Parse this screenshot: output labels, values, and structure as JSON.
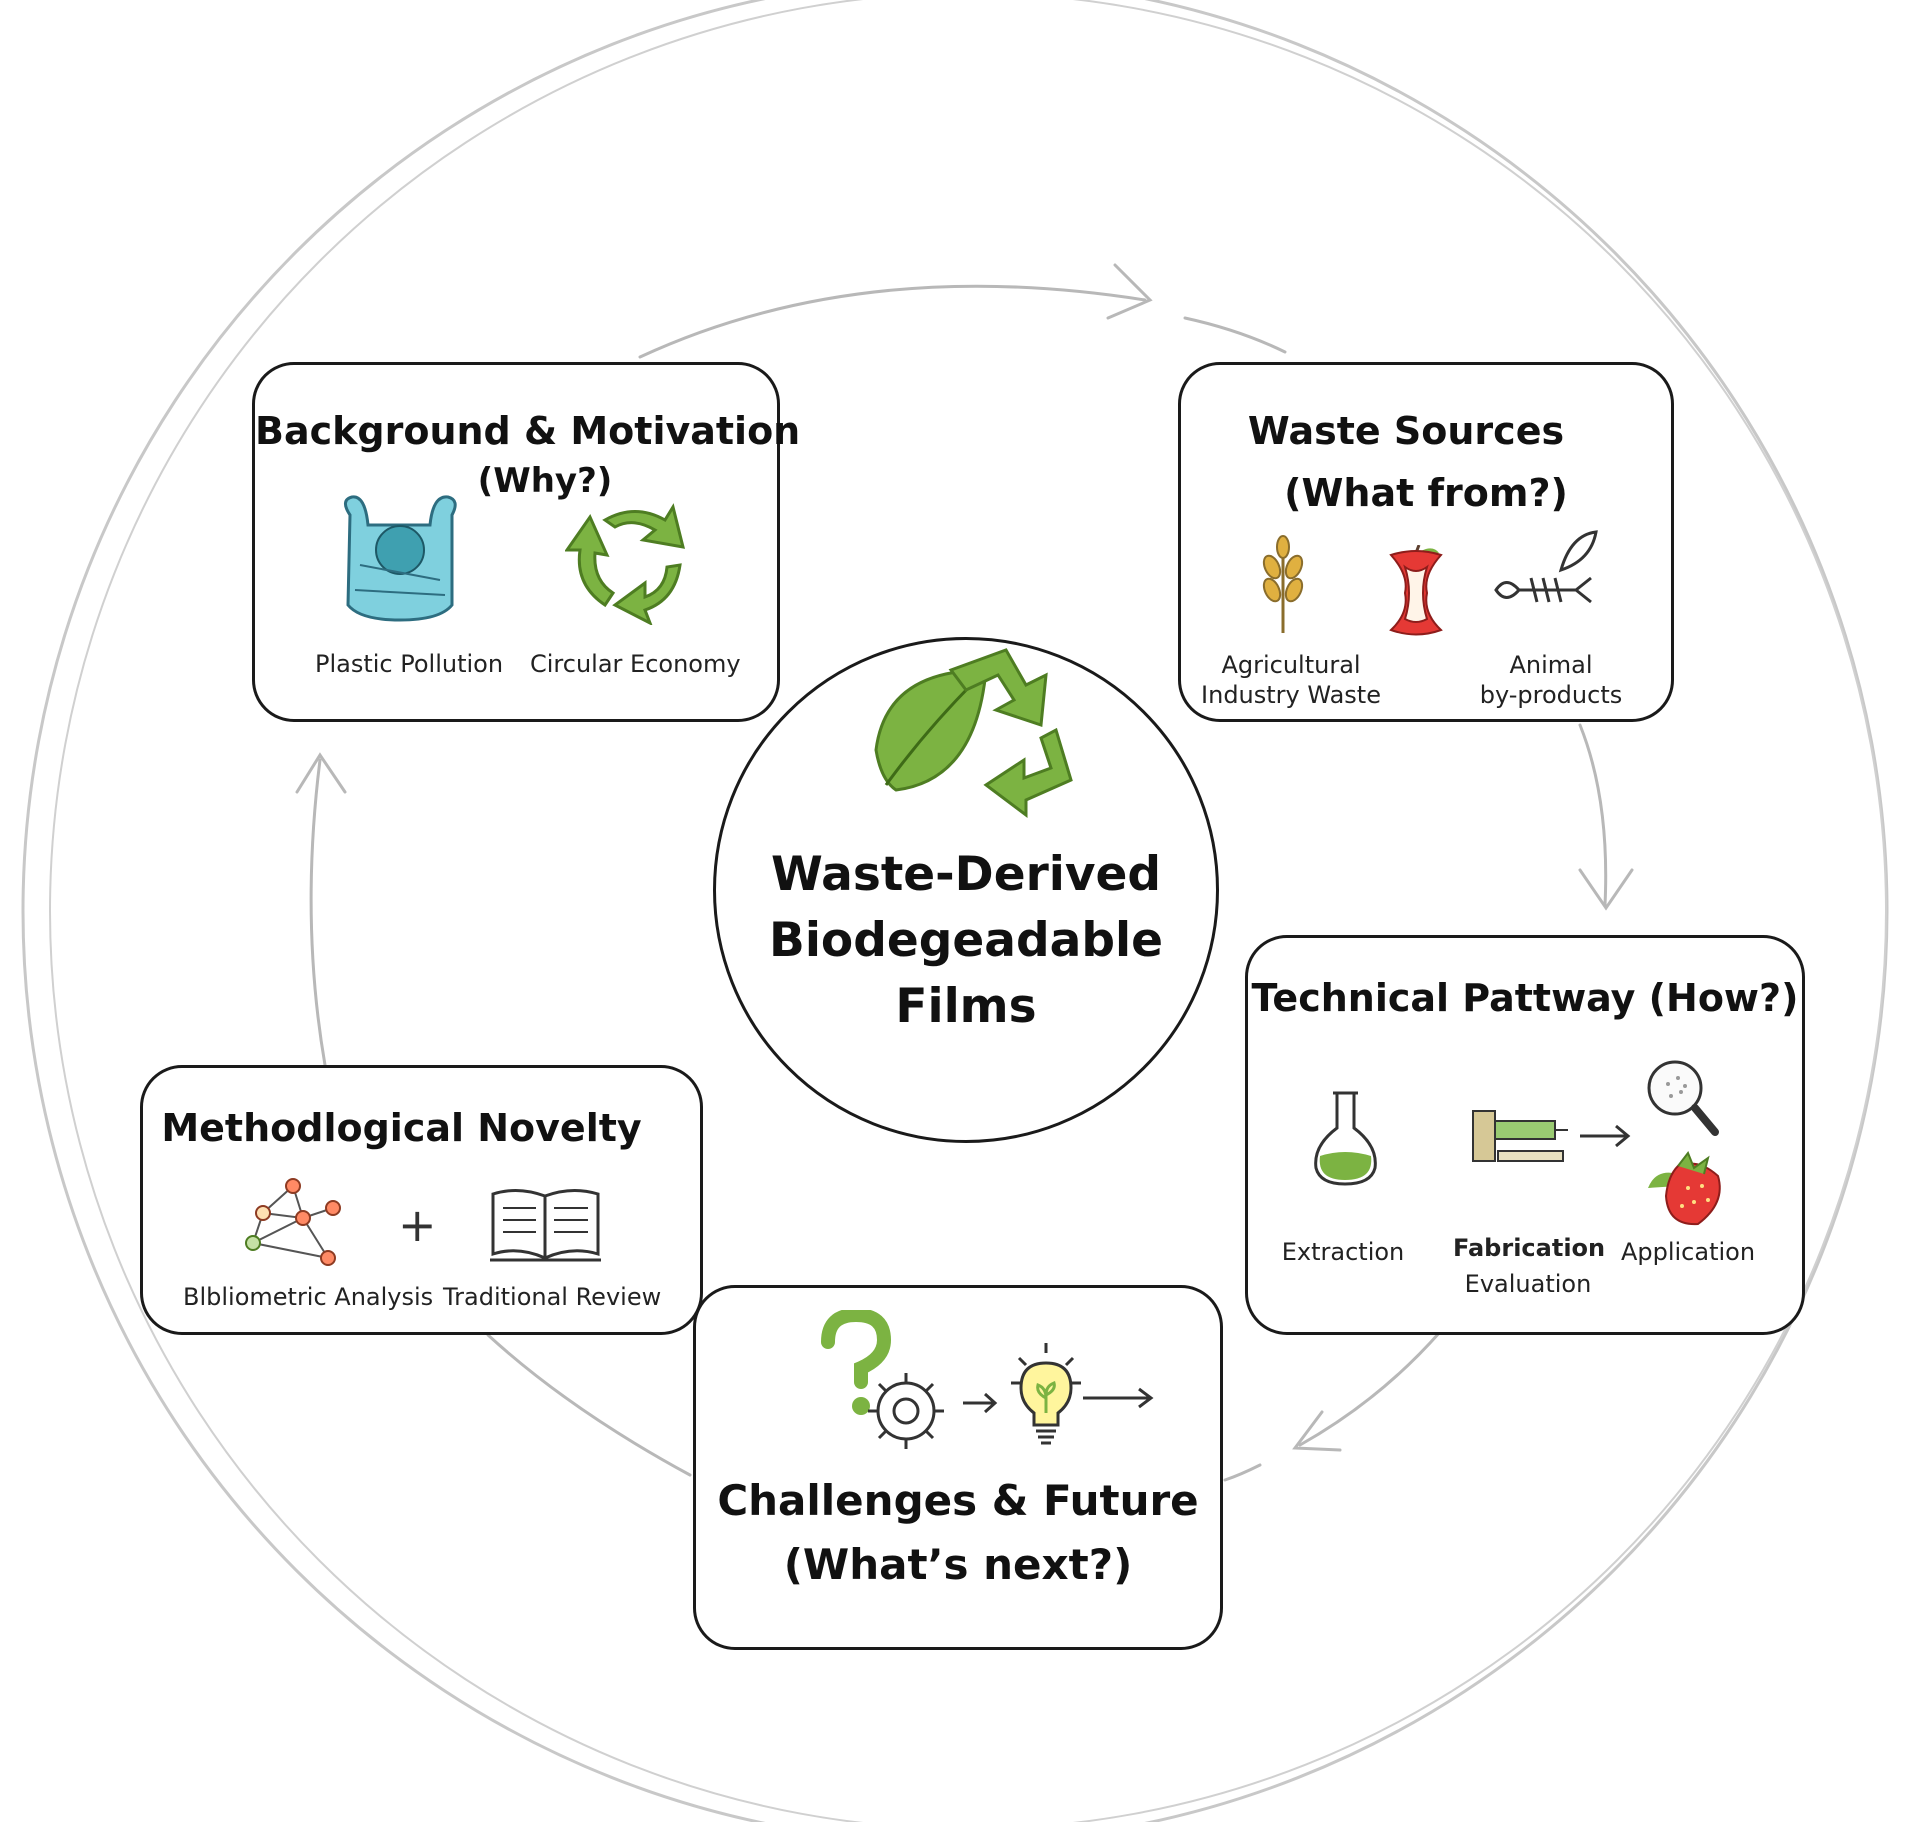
{
  "center": {
    "title_lines": [
      "Waste-Derived",
      "Biodegeadable",
      "Films"
    ],
    "icon": "recycle-leaf-icon"
  },
  "background": {
    "title": "Background & Motivation",
    "subtitle": "(Why?)",
    "items": [
      {
        "label": "Plastic Pollution",
        "icon": "plastic-bag-icon"
      },
      {
        "label": "Circular Economy",
        "icon": "recycle-arrows-icon"
      }
    ]
  },
  "waste": {
    "title_lines": [
      "Waste Sources",
      "(What from?)"
    ],
    "items": [
      {
        "label_lines": [
          "Agricultural",
          "Industry Waste"
        ],
        "icons": [
          "wheat-icon",
          "apple-core-icon"
        ]
      },
      {
        "label_lines": [
          "Animal",
          "by-products"
        ],
        "icon": "fish-bone-icon"
      }
    ]
  },
  "technical": {
    "title": "Technical Pattway (How?)",
    "items": [
      {
        "label": "Extraction",
        "icon": "flask-icon"
      },
      {
        "label_lines": [
          "Fabrication",
          "Evaluation"
        ],
        "icon": "film-casting-icon"
      },
      {
        "label": "Application",
        "icons": [
          "magnifier-icon",
          "strawberry-icon"
        ]
      }
    ]
  },
  "challenges": {
    "title_lines": [
      "Challenges & Future",
      "(What’s next?)"
    ],
    "icons": [
      "question-mark-icon",
      "gear-icon",
      "lightbulb-icon"
    ]
  },
  "methods": {
    "title": "Methodlogical Novelty",
    "plus": "+",
    "items": [
      {
        "label": "Blbliometric Analysis",
        "icon": "network-icon"
      },
      {
        "label": "Traditional Review",
        "icon": "open-book-icon"
      }
    ]
  },
  "colors": {
    "green": "#7cb342",
    "dark_green": "#558b2f",
    "box_border": "#1a1a1a",
    "ring": "#bdbdbd",
    "bag_blue": "#7fd0de",
    "red": "#e53935",
    "wheat": "#e0b040"
  }
}
